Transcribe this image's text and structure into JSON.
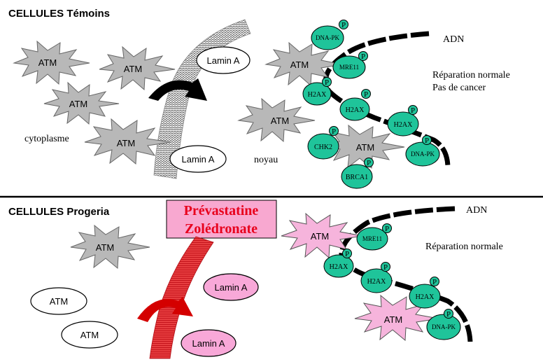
{
  "panels": {
    "control": {
      "title": "CELLULES Témoins",
      "cytoplasm_label": "cytoplasme",
      "nucleus_label": "noyau",
      "dna_label": "ADN",
      "repair_line1": "Réparation normale",
      "repair_line2": "Pas de cancer",
      "atm_label": "ATM",
      "lamin_label": "Lamin A"
    },
    "progeria": {
      "title": "CELLULES Progeria",
      "drug_line1": "Prévastatine",
      "drug_line2": "Zolédronate",
      "dna_label": "ADN",
      "repair_label": "Réparation normale",
      "atm_label": "ATM",
      "lamin_label": "Lamin A"
    }
  },
  "proteins": {
    "dna_pk": "DNA-PK",
    "mre11": "MRE11",
    "h2ax": "H2AX",
    "chk2": "CHK2",
    "brca1": "BRCA1",
    "phospho": "P"
  },
  "colors": {
    "protein_fill": "#1fc49a",
    "atm_gray": "#b8b8b8",
    "atm_pink": "#f6b4dc",
    "lamin_pink": "#f8a8d8",
    "drug_box": "#f8a8d0",
    "drug_text": "#e8001c",
    "arrow_red": "#d40000",
    "membrane_red": "#d4282c"
  }
}
